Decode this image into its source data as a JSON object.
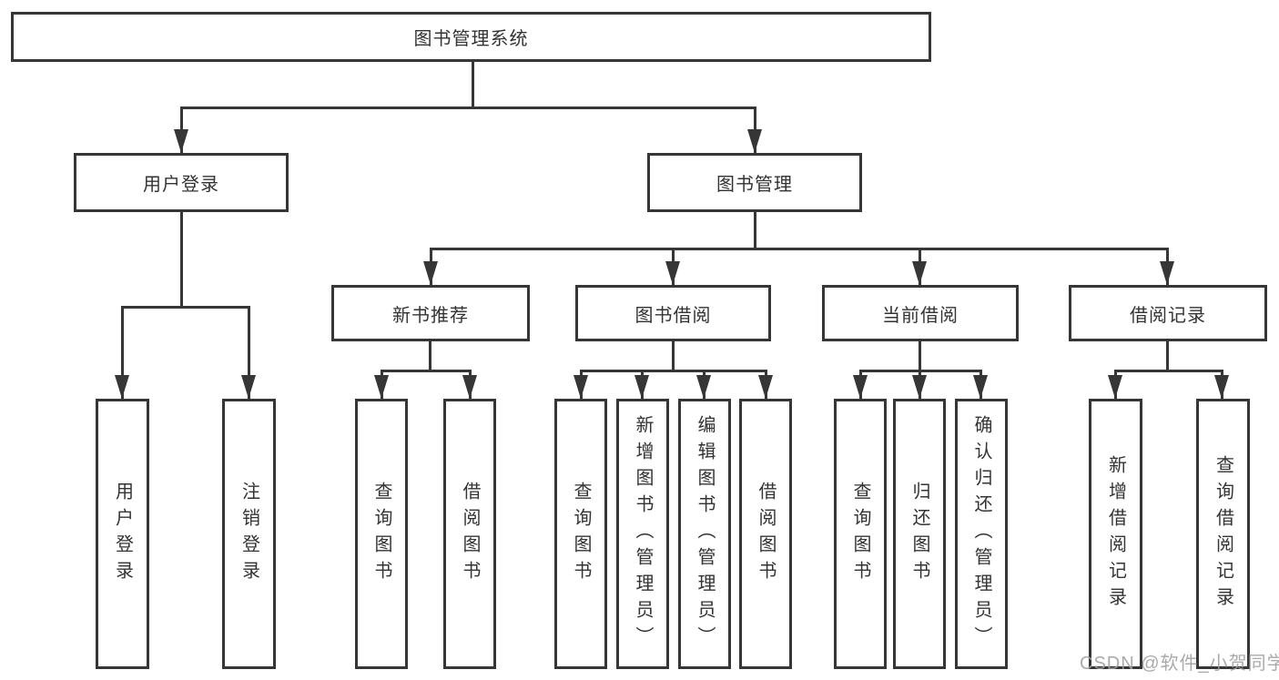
{
  "tree": {
    "label": "图书管理系统",
    "children": [
      {
        "label": "用户登录",
        "children": [
          {
            "label": "用户登录"
          },
          {
            "label": "注销登录"
          }
        ]
      },
      {
        "label": "图书管理",
        "children": [
          {
            "label": "新书推荐",
            "children": [
              {
                "label": "查询图书"
              },
              {
                "label": "借阅图书"
              }
            ]
          },
          {
            "label": "图书借阅",
            "children": [
              {
                "label": "查询图书"
              },
              {
                "label": "新增图书（管理员）"
              },
              {
                "label": "编辑图书（管理员）"
              },
              {
                "label": "借阅图书"
              }
            ]
          },
          {
            "label": "当前借阅",
            "children": [
              {
                "label": "查询图书"
              },
              {
                "label": "归还图书"
              },
              {
                "label": "确认归还（管理员）"
              }
            ]
          },
          {
            "label": "借阅记录",
            "children": [
              {
                "label": "新增借阅记录"
              },
              {
                "label": "查询借阅记录"
              }
            ]
          }
        ]
      }
    ]
  },
  "watermark": {
    "text": "CSDN @软件_小贺同学"
  },
  "colors": {
    "line": "#363636",
    "text": "#333333",
    "background": "#ffffff",
    "watermark": "#9e9e9e"
  }
}
